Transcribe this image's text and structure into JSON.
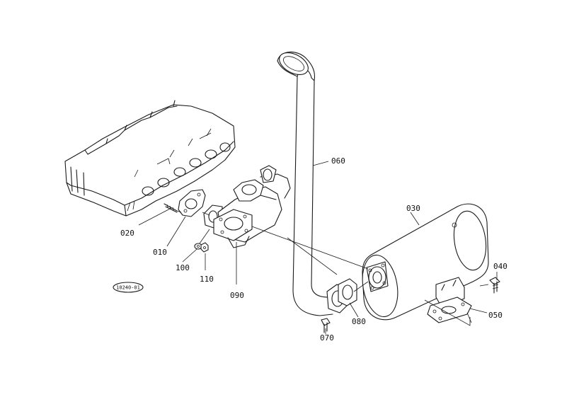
{
  "diagram": {
    "reference_code": "10240-01",
    "colors": {
      "line": "#1a1a1a",
      "background": "#ffffff"
    },
    "callouts": {
      "p010": "010",
      "p020": "020",
      "p030": "030",
      "p040": "040",
      "p050": "050",
      "p060": "060",
      "p070": "070",
      "p080": "080",
      "p090": "090",
      "p100": "100",
      "p110": "110"
    }
  }
}
